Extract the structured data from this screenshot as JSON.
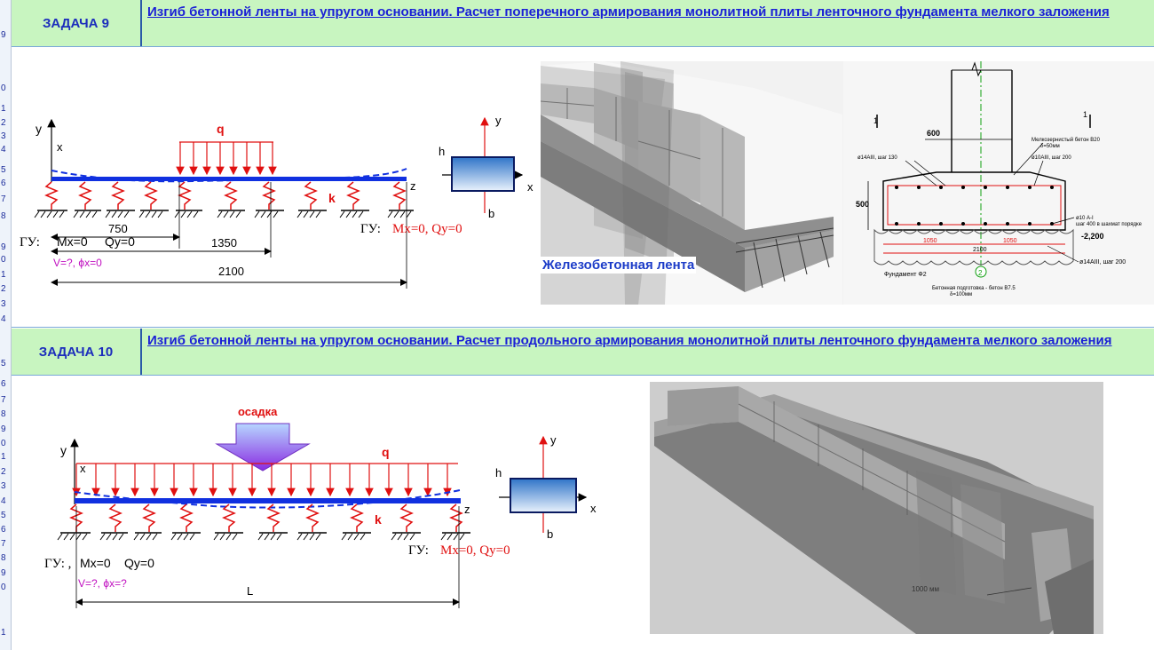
{
  "row_numbers_top": [
    "9",
    "0",
    "1",
    "2",
    "3",
    "4",
    "5",
    "6",
    "7",
    "8",
    "9",
    "0",
    "1",
    "2",
    "3",
    "4"
  ],
  "row_numbers_bottom": [
    "5",
    "6",
    "7",
    "8",
    "9",
    "0",
    "1",
    "2",
    "3",
    "4",
    "5",
    "6",
    "7",
    "8",
    "9",
    "0",
    "1"
  ],
  "task9": {
    "label": "ЗАДАЧА 9",
    "title": "Изгиб бетонной ленты на упругом основании. Расчет поперечного армирования монолитной плиты ленточного фундамента мелкого заложения",
    "scheme": {
      "axis_y": "y",
      "axis_x": "x",
      "axis_z": "z",
      "load": "q",
      "spring": "k",
      "dim1": "750",
      "dim2": "1350",
      "dim3": "2100",
      "bc_left_prefix": "ГУ:",
      "bc_left_m": "Mx=0",
      "bc_left_q": "Qy=0",
      "bc_left_v": "V=?,  ϕx=0",
      "bc_right_prefix": "ГУ:",
      "bc_right_values": "Mx=0, Qy=0"
    },
    "section": {
      "h": "h",
      "b": "b",
      "y": "y",
      "x": "x"
    },
    "render_caption": "Железобетонная лента",
    "drawing": {
      "mark1": "1",
      "mark2": "1",
      "width600": "600",
      "height500": "500",
      "note_top": "Мелкозернистый бетон В20",
      "note_top2": "δ=50мм",
      "rebar1": "ø14АIII, шаг 130",
      "rebar2": "ø10АIII, шаг 200",
      "rebar3": "ø10 А-I",
      "rebar3b": "шаг 400 в шахмат порядке",
      "level": "-2,200",
      "d1": "1050",
      "d2": "1050",
      "d3": "2100",
      "rebar4": "ø14АIII, шаг 200",
      "axis_mark": "2",
      "found": "Фундамент Ф2",
      "prep": "Бетонная подготовка - бетон В7.5",
      "prep2": "δ=100мм"
    }
  },
  "task10": {
    "label": "ЗАДАЧА 10",
    "title": "Изгиб бетонной ленты на упругом основании. Расчет продольного армирования монолитной плиты ленточного фундамента мелкого заложения",
    "scheme": {
      "settlement": "осадка",
      "axis_y": "y",
      "axis_x": "x",
      "axis_z": "z",
      "load": "q",
      "spring": "k",
      "dimL": "L",
      "bc_left_prefix": "ГУ: ,",
      "bc_left_m": "Mx=0",
      "bc_left_q": "Qy=0",
      "bc_left_v": "V=?,  ϕx=?",
      "bc_right_prefix": "ГУ:",
      "bc_right_values": "Mx=0, Qy=0"
    },
    "section": {
      "h": "h",
      "b": "b",
      "y": "y",
      "x": "x"
    },
    "render_note": "1000 мм"
  },
  "colors": {
    "green": "#c8f5c0",
    "blue_text": "#1a1fd6",
    "red": "#e01010",
    "magenta": "#c010c0",
    "beam": "#1030e0"
  }
}
